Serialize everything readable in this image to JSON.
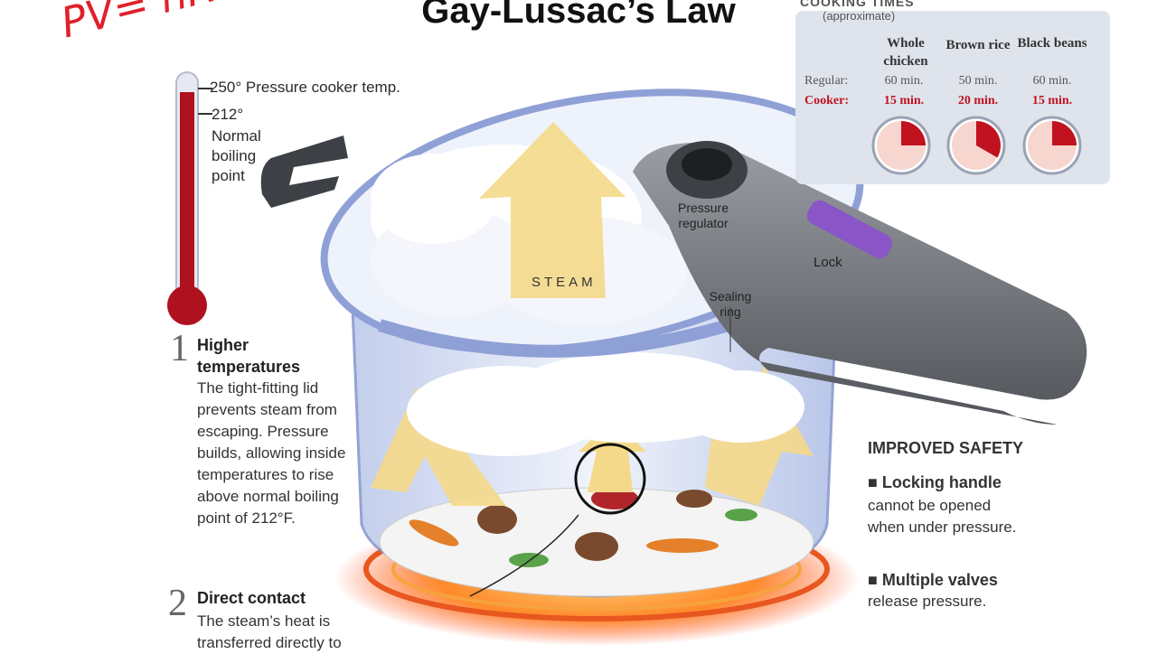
{
  "title": "Gay-Lussac’s Law",
  "scribble": "PV= nR",
  "thermometer": {
    "top_label": "250° Pressure cooker temp.",
    "mid_label": "212°",
    "mid_note": "Normal boiling point"
  },
  "step1": {
    "number": "1",
    "heading": "Higher temperatures",
    "body": "The tight-fitting lid prevents steam from escaping. Pressure builds, allowing inside temperatures to rise above normal boiling point of 212°F."
  },
  "step2": {
    "number": "2",
    "heading": "Direct contact",
    "body": "The steam’s heat is transferred directly to"
  },
  "labels": {
    "regulator": "Pressure regulator",
    "lock": "Lock",
    "sealing": "Sealing ring",
    "steam": "STEAM"
  },
  "safety": {
    "heading": "IMPROVED SAFETY",
    "item1_heading": "■ Locking handle",
    "item1_body": "cannot be opened when under pressure.",
    "item2_heading": "■ Multiple valves",
    "item2_body": "release pressure."
  },
  "cooking_times": {
    "heading": "COOKING TIMES",
    "subheading": "(approximate)",
    "columns": [
      "Whole chicken",
      "Brown rice",
      "Black beans"
    ],
    "row_regular_label": "Regular:",
    "row_cooker_label": "Cooker:",
    "regular": [
      "60 min.",
      "50 min.",
      "60 min."
    ],
    "cooker": [
      "15 min.",
      "20 min.",
      "15 min."
    ],
    "clock_fraction": [
      0.25,
      0.3333,
      0.25
    ]
  },
  "colors": {
    "accent_red": "#c0121f",
    "steam_arrow": "#f5d98a",
    "lid": "#a9b8e0",
    "handle": "#6f7278",
    "lock": "#8a55c7"
  }
}
